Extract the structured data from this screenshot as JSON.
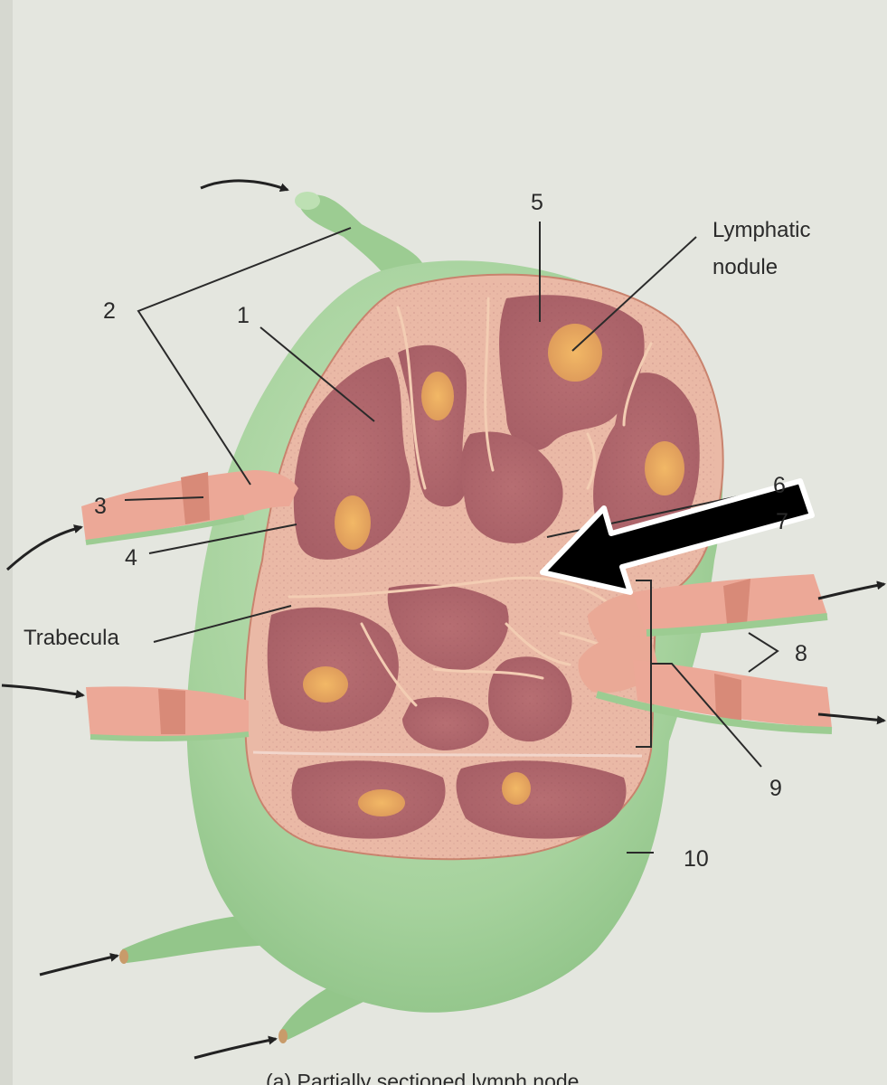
{
  "labels": {
    "n1": "1",
    "n2": "2",
    "n3": "3",
    "n4": "4",
    "n5": "5",
    "n6": "6",
    "n7": "7",
    "n8": "8",
    "n9": "9",
    "n10": "10",
    "lymphatic_nodule_line1": "Lymphatic",
    "lymphatic_nodule_line2": "nodule",
    "trabecula": "Trabecula"
  },
  "caption": "(a)  Partially sectioned lymph node",
  "colors": {
    "paper": "#e4e6df",
    "capsule": "#a9d3a0",
    "cortex_pink": "#e9b8a6",
    "medulla_dark": "#b56a70",
    "germinal_center": "#e9aa62",
    "vessel": "#eaa996",
    "leader_line": "#2a2a2a"
  },
  "icons": [
    "flow-arrow-icon",
    "pointer-arrow-icon"
  ]
}
